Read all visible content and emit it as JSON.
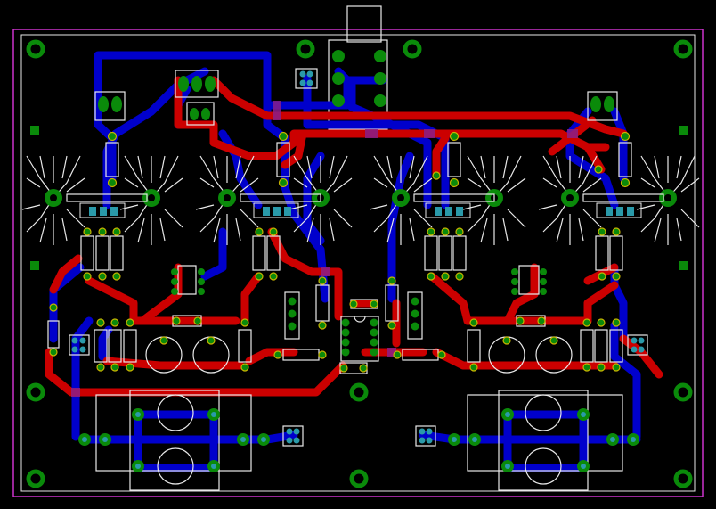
{
  "colors": {
    "background": "#000000",
    "top_copper": "#cc0000",
    "bottom_copper": "#0000cc",
    "overlap": "#8a1f8a",
    "pad": "#0a8a0a",
    "via": "#2a9aaa",
    "silkscreen": "#e8e8e8",
    "board_outline": "#cc33cc"
  },
  "layers": [
    "top-copper",
    "bottom-copper",
    "silkscreen",
    "pads",
    "vias",
    "board-outline"
  ],
  "icons": [
    "mounting-hole-icon",
    "heatsink-icon",
    "transistor-footprint-icon",
    "capacitor-footprint-icon",
    "resistor-footprint-icon",
    "connector-icon"
  ]
}
